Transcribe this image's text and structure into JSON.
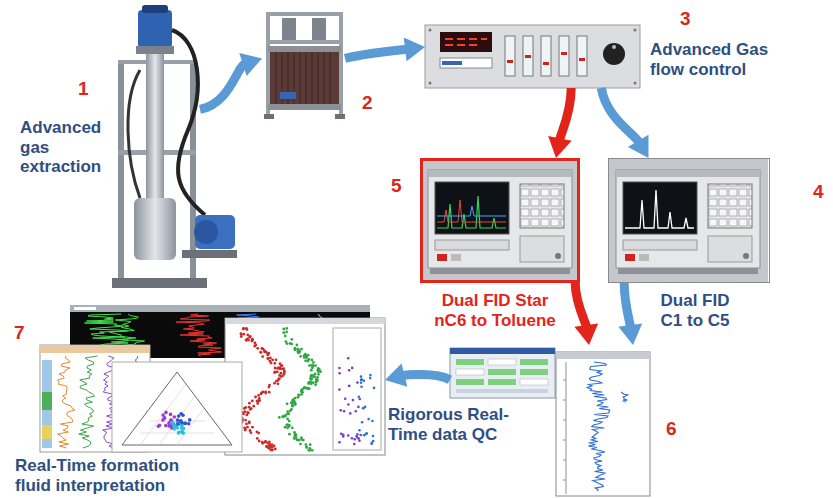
{
  "diagram": {
    "nodes": [
      {
        "text": [
          "1",
          "Advanced gas extraction"
        ]
      },
      {
        "text": [
          "2"
        ]
      },
      {
        "text": [
          "3",
          "Advanced Gas flow control"
        ]
      },
      {
        "text": [
          "5",
          "Dual FID Star nC6 to Toluene"
        ]
      },
      {
        "text": [
          "4",
          "Dual FID C1 to C5"
        ]
      },
      {
        "text": [
          "6",
          "Rigorous Real-Time data QC"
        ]
      },
      {
        "text": [
          "7",
          "Real-Time formation fluid interpretation"
        ]
      }
    ],
    "edges": [
      {
        "from": 0,
        "to": 1,
        "arrow": "to"
      },
      {
        "from": 1,
        "to": 2,
        "arrow": "to"
      },
      {
        "from": 2,
        "to": 3,
        "arrow": "to"
      },
      {
        "from": 2,
        "to": 4,
        "arrow": "to"
      },
      {
        "from": 3,
        "to": 5,
        "arrow": "to"
      },
      {
        "from": 4,
        "to": 5,
        "arrow": "to"
      },
      {
        "from": 5,
        "to": 6,
        "arrow": "to"
      }
    ]
  }
}
